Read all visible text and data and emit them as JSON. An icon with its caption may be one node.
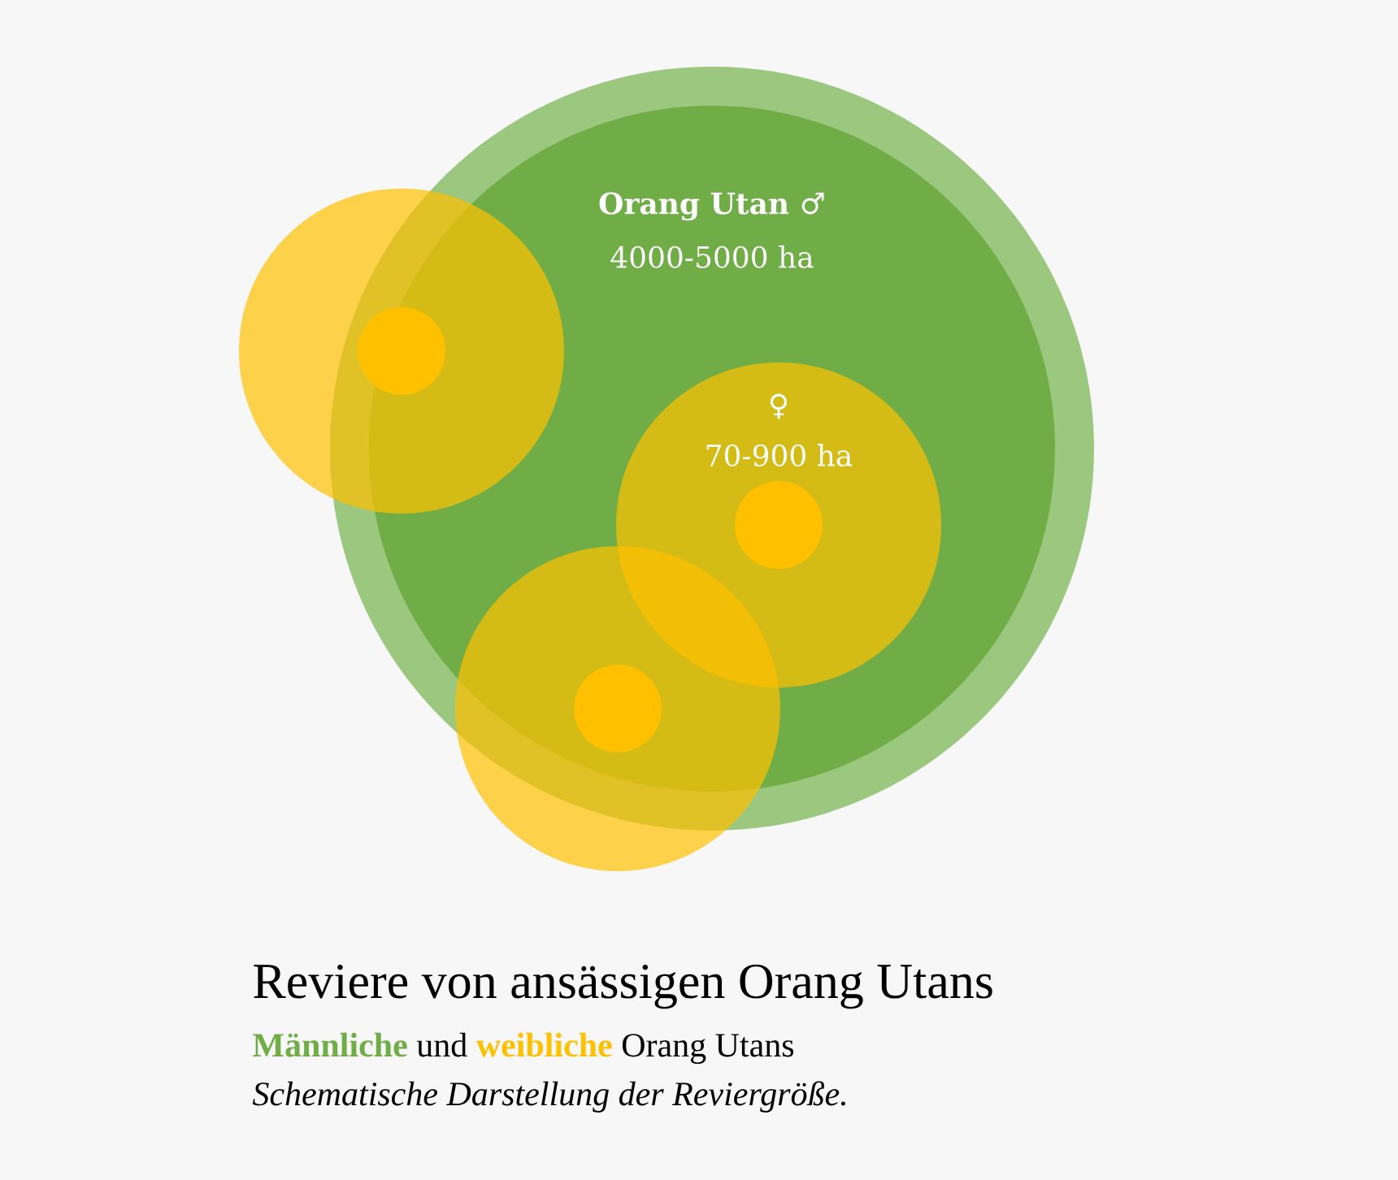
{
  "diagram": {
    "title": "Reviere von ansässigen Orang Utans",
    "caption": "Schematische Darstellung der Reviergröße.",
    "nodes": [
      {
        "text": [
          "Orang Utan ♂",
          "4000-5000 ha"
        ]
      },
      {
        "text": [],
        "shape": "circle"
      },
      {
        "text": [],
        "shape": "circle"
      },
      {
        "text": [
          "♀",
          "70-900 ha"
        ],
        "in": 0
      },
      {
        "text": [],
        "shape": "circle",
        "in": 3
      },
      {
        "text": [],
        "shape": "circle"
      },
      {
        "text": [],
        "shape": "circle",
        "in": 5
      }
    ],
    "labels": [
      "und",
      "Orang Utans"
    ],
    "legend": [
      {
        "text": "Männliche",
        "color": "#70ad47"
      },
      {
        "text": "weibliche",
        "color": "#ffc000"
      }
    ]
  }
}
